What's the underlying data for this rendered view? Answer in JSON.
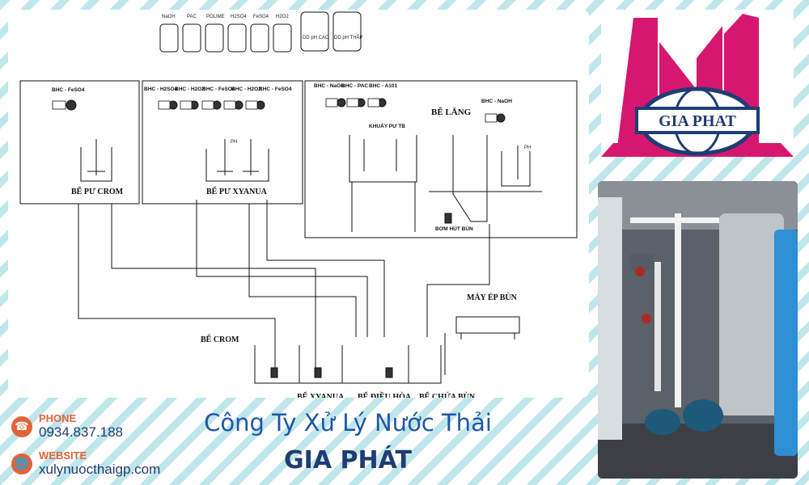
{
  "diagram": {
    "chemicals": [
      "NaOH",
      "PAC",
      "POLIME",
      "H2SO4",
      "FeSO4",
      "H2O2"
    ],
    "dosing_tanks": [
      "DD pH CAO",
      "DD pH THẤP"
    ],
    "pumps": {
      "crom_feso4": "BHC - FeSO4",
      "xy_h2so4": "BHC - H2SO4",
      "xy_h2o2_a": "BHC - H2O2",
      "xy_feso4": "BHC - FeSO4",
      "xy_h2o2_b": "BHC - H2O2",
      "xy_feso4_b": "BHC - FeSO4",
      "lang_naoh": "BHC - NaOH",
      "lang_pac": "BHC - PAC",
      "lang_a101": "BHC - A101",
      "lang_naoh_b": "BHC - NaOH"
    },
    "labels": {
      "be_pu_crom": "BỂ PƯ CROM",
      "be_pu_xyanua": "BỂ PƯ XYANUA",
      "be_lang": "BỂ LẮNG",
      "khuay_pu": "KHUẤY PƯ TB",
      "bom_hut_bun": "BƠM HÚT BÙN",
      "may_ep_bun": "MÁY ÉP BÙN",
      "be_crom": "BỂ CROM",
      "be_xyanua": "BỂ XYANUA",
      "be_dieu_hoa": "BỂ ĐIỀU HÒA",
      "be_chua_bun": "BỂ CHỨA BÙN",
      "ph": "PH"
    }
  },
  "logo": {
    "text": "GIA PHAT",
    "color_pink": "#d6176f",
    "color_navy": "#1f3c73"
  },
  "contact": {
    "phone_label": "PHONE",
    "phone": "0934.837.188",
    "website_label": "WEBSITE",
    "website": "xulynuocthaigp.com"
  },
  "company": {
    "line1": "Công Ty Xử Lý Nước Thải",
    "line2": "GIA PHÁT"
  },
  "colors": {
    "accent": "#e0633a",
    "navy": "#1f3c73",
    "blue": "#1f57a8",
    "stripe": "#bfe6ea"
  }
}
